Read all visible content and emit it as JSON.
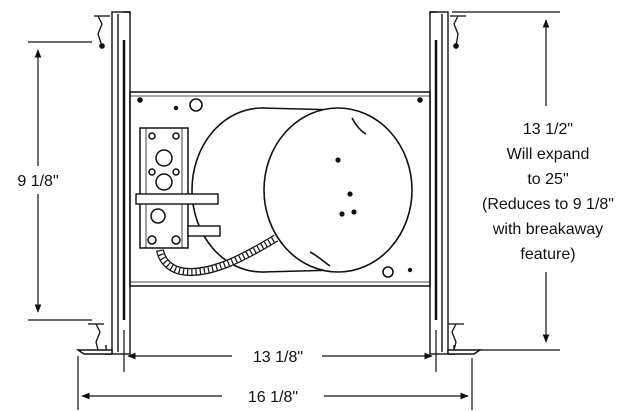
{
  "diagram": {
    "height_label": "9 1/8\"",
    "expand_label_lines": [
      "13 1/2\"",
      "Will expand",
      "to 25\"",
      "(Reduces to 9 1/8\"",
      "with breakaway",
      "feature)"
    ],
    "inner_width_label": "13 1/8\"",
    "overall_width_label": "16 1/8\"",
    "colors": {
      "line": "#111111",
      "background": "#ffffff"
    }
  }
}
